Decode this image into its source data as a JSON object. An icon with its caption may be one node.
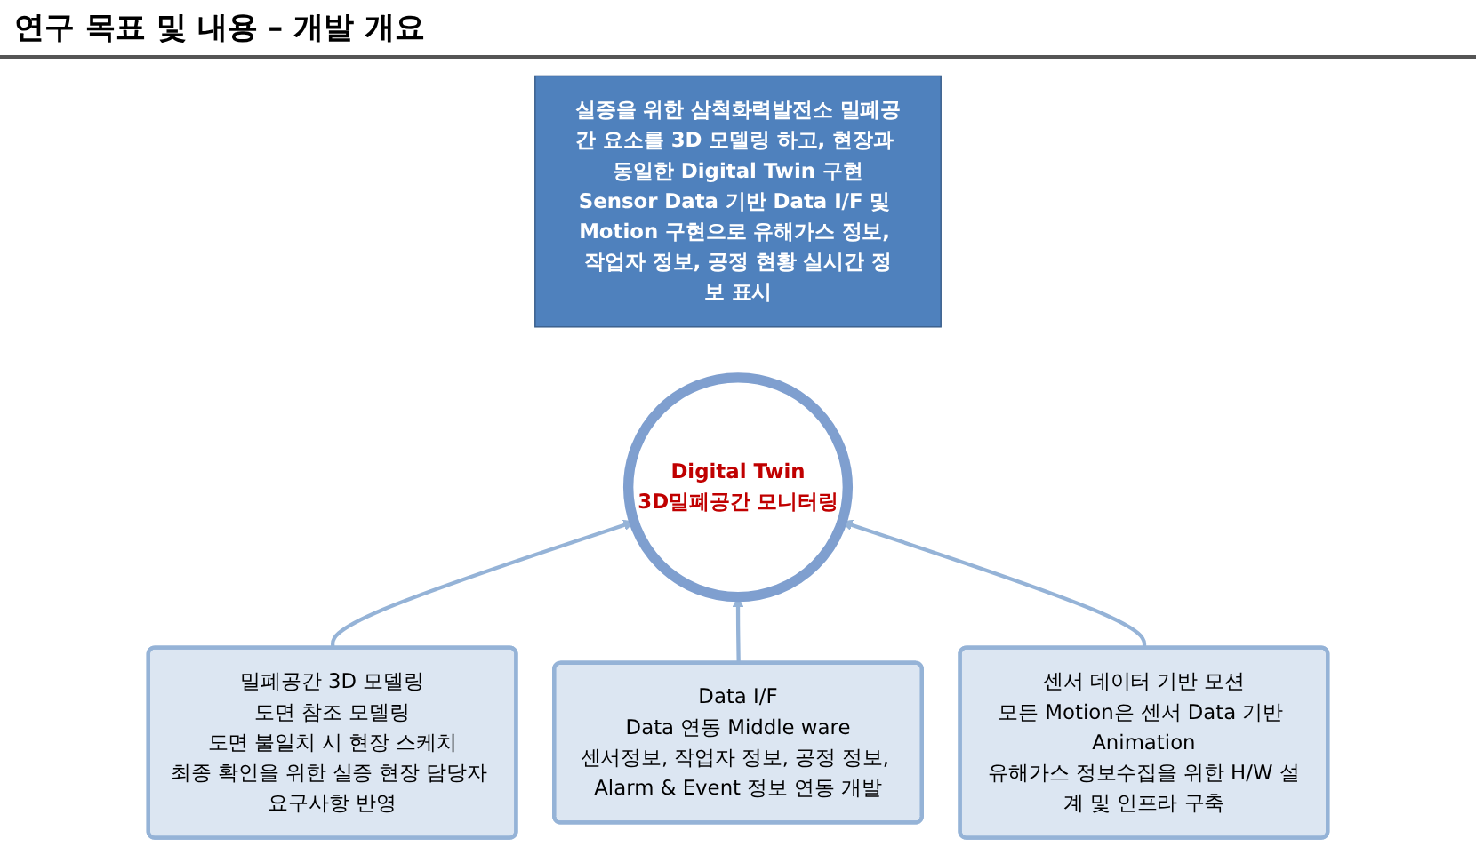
{
  "diagram": {
    "title": "연구 목표 및 내용 – 개발 개요",
    "nodes": [
      {
        "text": [
          "실증을 위한 삼척화력발전소 밀폐공간 요소를 3D 모델링 하고, 현장과 동일한 Digital Twin 구현",
          "Sensor Data 기반 Data I/F 및 Motion 구현으로 유해가스 정보, 작업자 정보, 공정 현황 실시간 정보 표시"
        ]
      },
      {
        "text": [
          "Digital Twin",
          "3D밀폐공간 모니터링"
        ]
      },
      {
        "text": [
          "밀폐공간 3D 모델링",
          "도면 참조 모델링",
          "도면 불일치 시 현장 스케치",
          "최종 확인을 위한 실증 현장 담당자 요구사항 반영"
        ]
      },
      {
        "text": [
          "Data I/F",
          "Data 연동 Middle ware",
          "센서정보, 작업자 정보, 공정 정보, Alarm & Event 정보 연동 개발"
        ]
      },
      {
        "text": [
          "센서 데이터 기반 모션",
          "모든 Motion은 센서 Data 기반 Animation",
          "유해가스 정보수집을 위한 H/W 설계 및 인프라 구축"
        ]
      }
    ],
    "edges": [
      {
        "from": 2,
        "to": 1,
        "arrow": "to"
      },
      {
        "from": 3,
        "to": 1,
        "arrow": "to"
      },
      {
        "from": 4,
        "to": 1,
        "arrow": "to"
      }
    ]
  }
}
